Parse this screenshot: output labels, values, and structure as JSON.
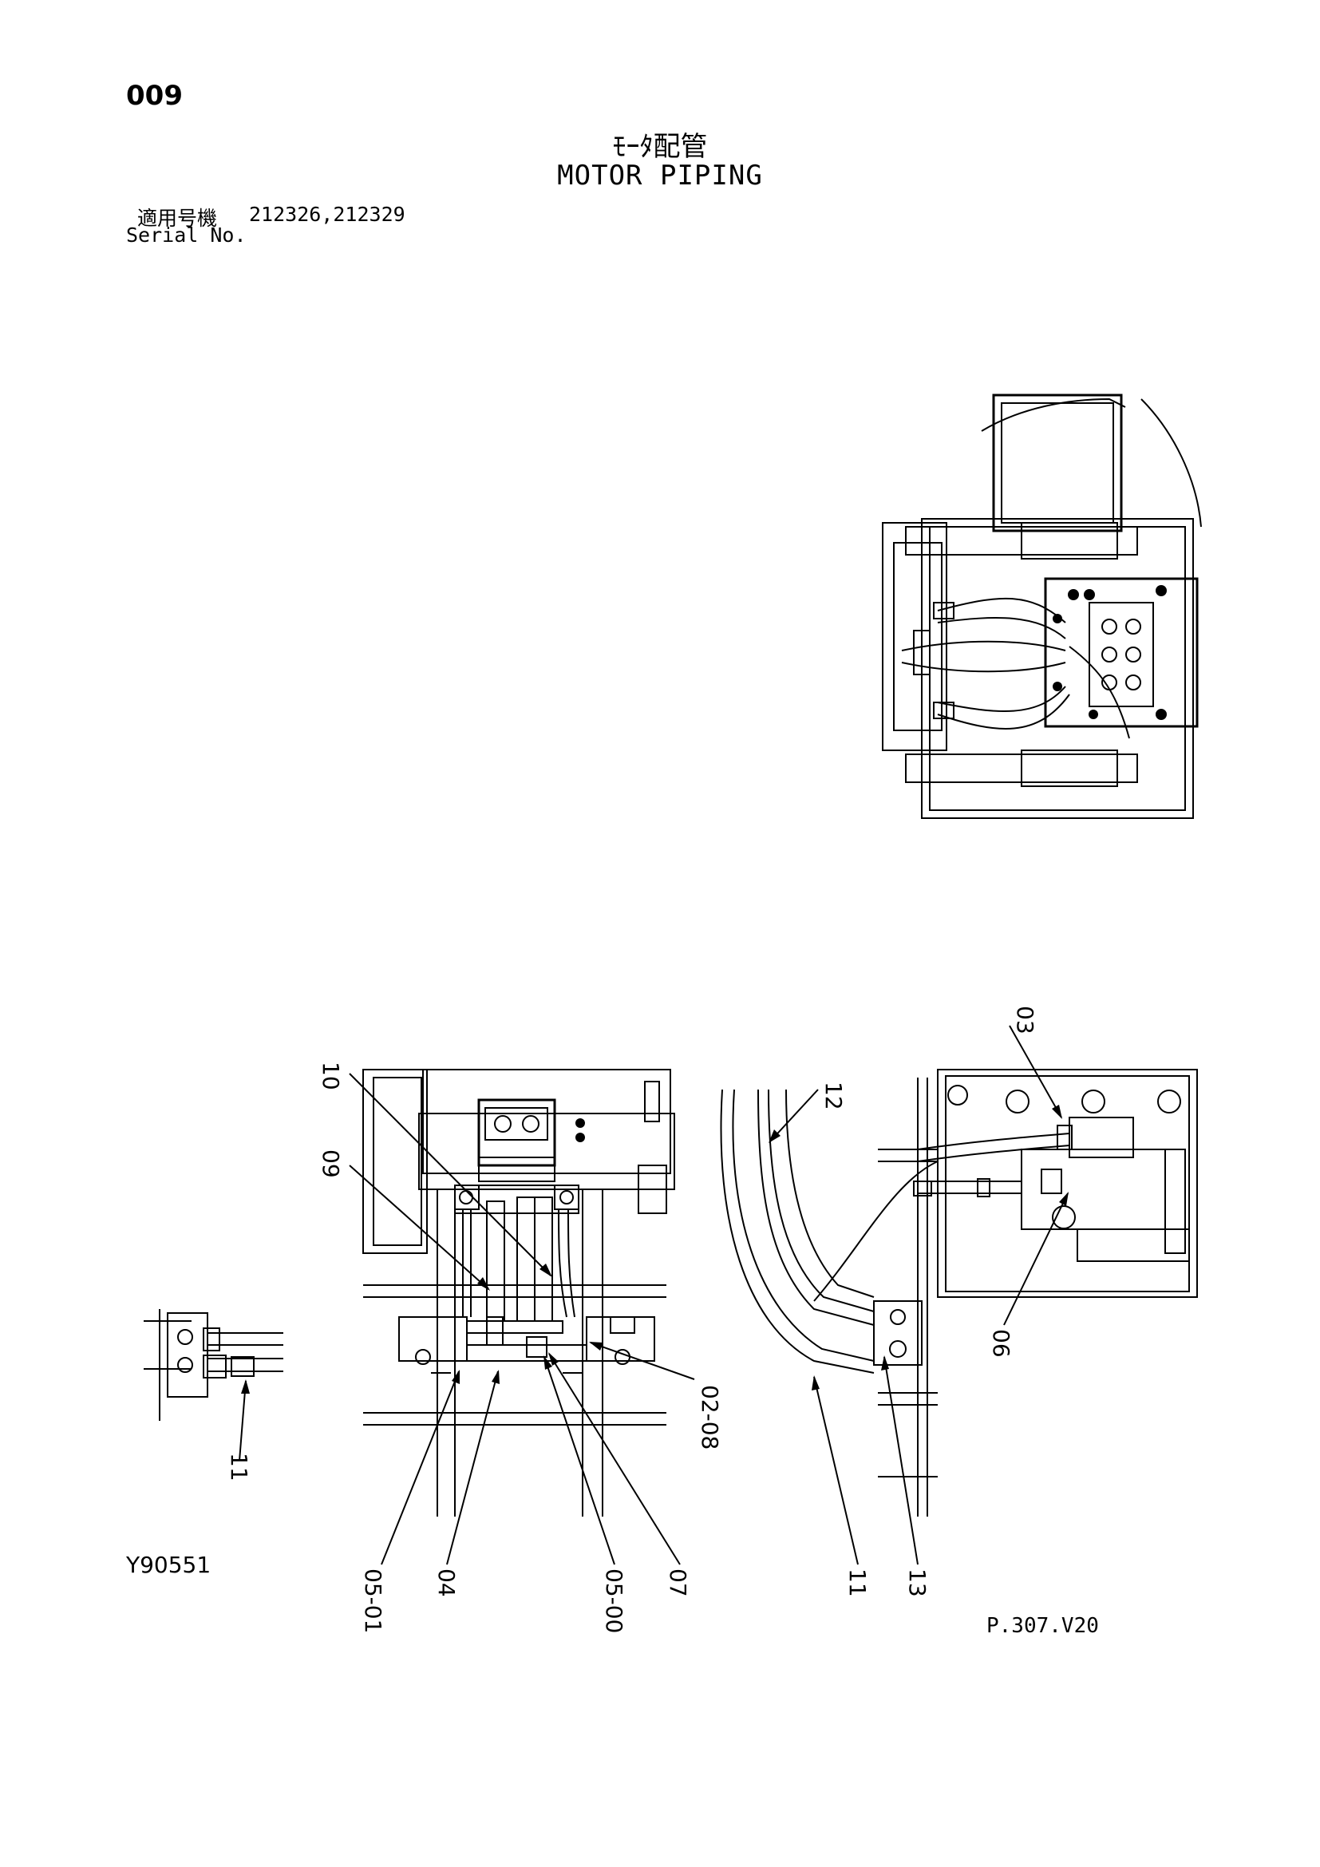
{
  "header": {
    "section_number": "009",
    "title_jp": "ﾓｰﾀ配管",
    "title_en": "MOTOR PIPING",
    "serial_label_jp": "適用号機",
    "serial_values": "212326,212329",
    "serial_label_en": "Serial No."
  },
  "callouts": {
    "c03": "03",
    "c12": "12",
    "c10": "10",
    "c09": "09",
    "c11a": "11",
    "c02_08": "02-08",
    "c06": "06",
    "c05_01": "05-01",
    "c04": "04",
    "c05_00": "05-00",
    "c07": "07",
    "c11b": "11",
    "c13": "13"
  },
  "footer": {
    "document_number": "Y90551",
    "page_number": "P.307.V20"
  }
}
